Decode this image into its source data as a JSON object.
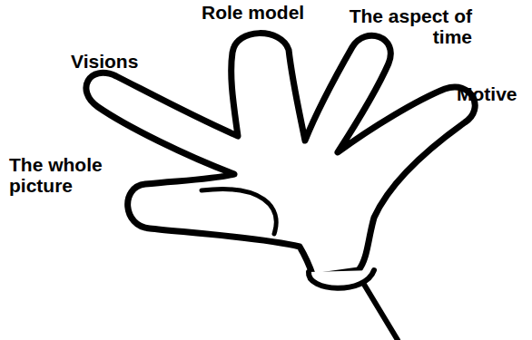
{
  "diagram": {
    "labels": [
      "Visions",
      "Role model",
      "The aspect of time",
      "Motive",
      "The whole picture"
    ]
  }
}
